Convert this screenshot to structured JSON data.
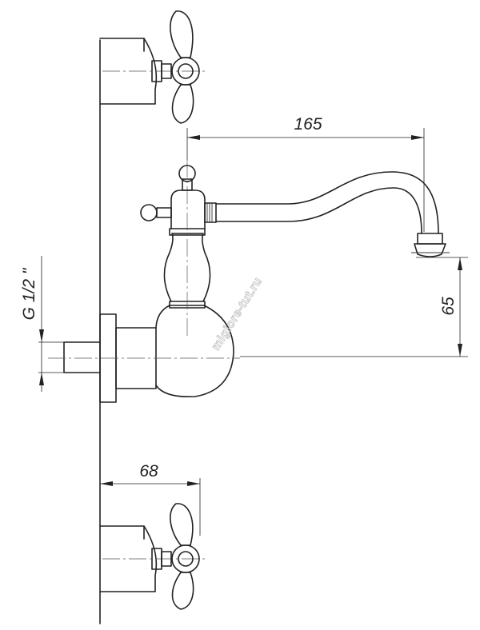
{
  "dimensions": {
    "spout_reach": "165",
    "spout_height": "65",
    "thread_size": "G 1/2 \"",
    "valve_distance": "68"
  },
  "watermark": "migiore-tut.ru"
}
